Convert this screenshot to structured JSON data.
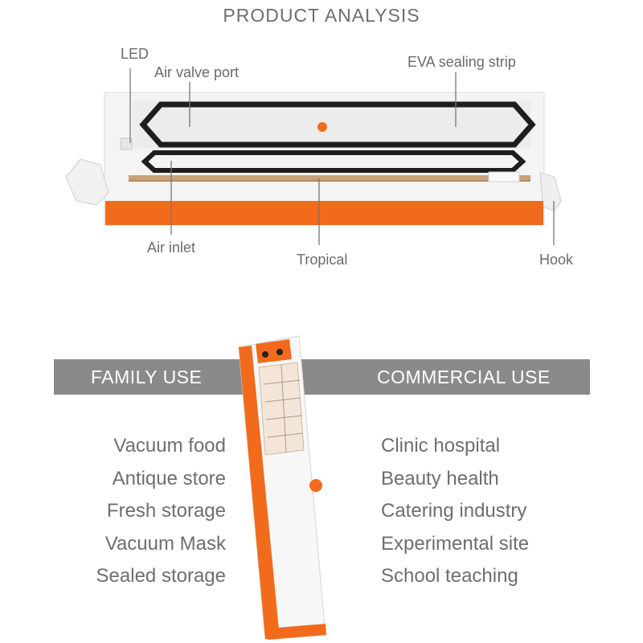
{
  "title": "PRODUCT ANALYSIS",
  "callouts": {
    "led": "LED",
    "air_valve_port": "Air valve port",
    "eva_sealing_strip": "EVA sealing strip",
    "air_inlet": "Air inlet",
    "tropical": "Tropical",
    "hook": "Hook"
  },
  "band": {
    "family": "FAMILY USE",
    "commercial": "COMMERCIAL USE"
  },
  "family_uses": [
    "Vacuum food",
    "Antique store",
    "Fresh storage",
    "Vacuum Mask",
    "Sealed storage"
  ],
  "commercial_uses": [
    "Clinic hospital",
    "Beauty health",
    "Catering industry",
    "Experimental site",
    "School teaching"
  ],
  "colors": {
    "accent": "#f26b1d",
    "band": "#8a8a8a"
  }
}
